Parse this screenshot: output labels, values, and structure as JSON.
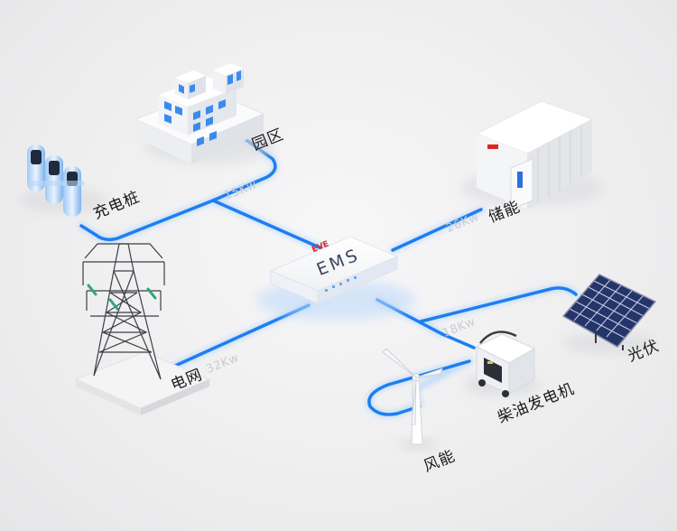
{
  "hub": {
    "label": "EMS",
    "brand": "EVE"
  },
  "nodes": {
    "park": "园区",
    "charging_pile": "充电桩",
    "storage": "储能",
    "grid": "电网",
    "pv": "光伏",
    "diesel": "柴油发电机",
    "wind": "风能"
  },
  "power_labels": {
    "charging": "15Kw",
    "storage": "26Kw",
    "grid": "32Kw",
    "diesel": "18Kw"
  },
  "colors": {
    "line": "#1e7ef0",
    "line_glow": "#8cc4ff",
    "brand_red": "#e02424"
  }
}
